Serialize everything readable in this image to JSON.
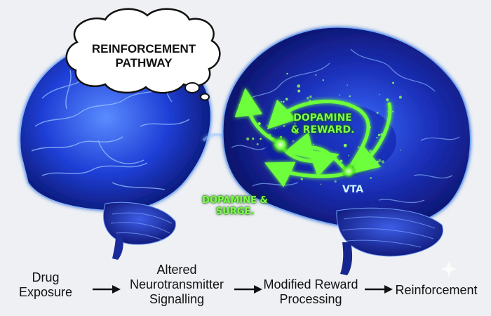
{
  "bubble": {
    "text": "REINFORCEMENT\nPATHWAY"
  },
  "labels": {
    "dopamine_reward": "DOPAMINE\n& REWARD.",
    "vta": "VTA",
    "dopamine_surge": "DOPAMINE &\nSURGE."
  },
  "flow": {
    "steps": [
      "Drug\nExposure",
      "Altered\nNeurotransmitter\nSignalling",
      "Modified Reward\nProcessing",
      "Reinforcement"
    ]
  },
  "colors": {
    "background": "#eef0f4",
    "brain_blue": "#1f3fd6",
    "glow_blue": "#4aa8ff",
    "pathway_green": "#6dff3a"
  }
}
